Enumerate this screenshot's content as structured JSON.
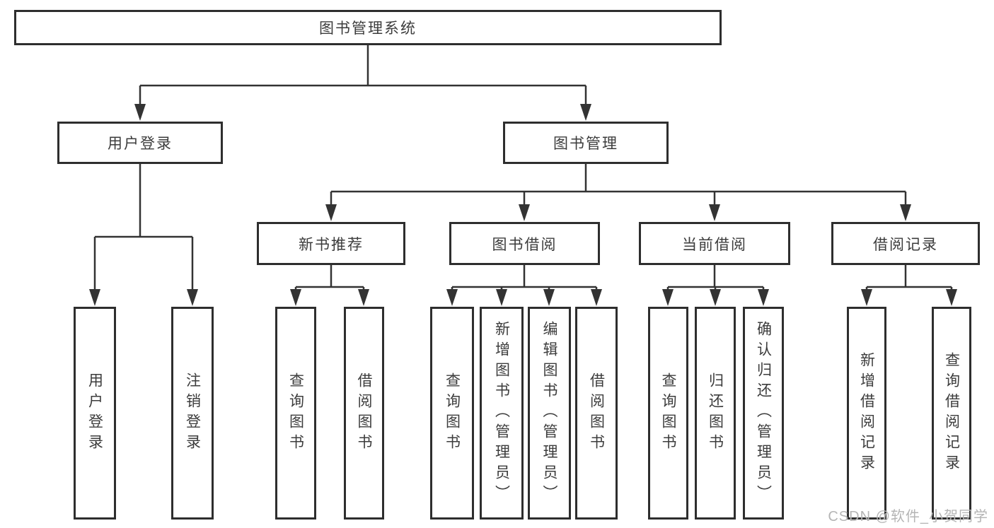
{
  "tree": {
    "root": {
      "label": "图书管理系统"
    },
    "branches": [
      {
        "label": "用户登录",
        "children": [
          {
            "label": "用户登录"
          },
          {
            "label": "注销登录"
          }
        ]
      },
      {
        "label": "图书管理",
        "children": [
          {
            "label": "新书推荐",
            "children": [
              {
                "label": "查询图书"
              },
              {
                "label": "借阅图书"
              }
            ]
          },
          {
            "label": "图书借阅",
            "children": [
              {
                "label": "查询图书"
              },
              {
                "label": "新增图书（管理员）"
              },
              {
                "label": "编辑图书（管理员）"
              },
              {
                "label": "借阅图书"
              }
            ]
          },
          {
            "label": "当前借阅",
            "children": [
              {
                "label": "查询图书"
              },
              {
                "label": "归还图书"
              },
              {
                "label": "确认归还（管理员）"
              }
            ]
          },
          {
            "label": "借阅记录",
            "children": [
              {
                "label": "新增借阅记录"
              },
              {
                "label": "查询借阅记录"
              }
            ]
          }
        ]
      }
    ]
  },
  "watermark": {
    "text": "CSDN @软件_小贺同学"
  },
  "colors": {
    "line": "#333333",
    "box_border": "#2e2e2e",
    "box_fill": "#ffffff",
    "text": "#3c3c3c",
    "watermark": "#b5b5b5"
  }
}
